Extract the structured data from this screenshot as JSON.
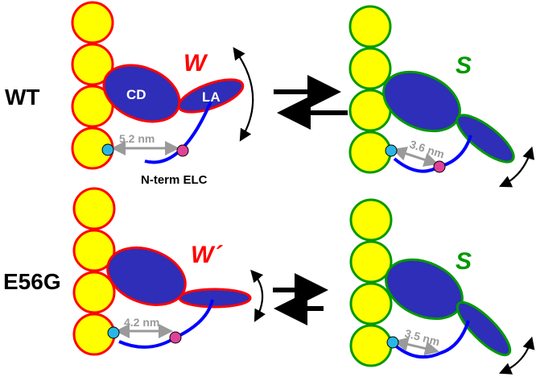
{
  "colors": {
    "actin_fill": "#ffff00",
    "weak_outline": "#ff0000",
    "strong_outline": "#009900",
    "myosin_fill": "#2e2eb8",
    "elc_tail": "#0000ff",
    "probe_cyan": "#29b6e6",
    "probe_magenta": "#e0429a",
    "distance_arrow": "#9a9a9a"
  },
  "rows": {
    "wt": "WT",
    "mutant": "E56G"
  },
  "states": {
    "wt_weak": "W",
    "wt_strong": "S",
    "mutant_weak": "W´",
    "mutant_strong": "S"
  },
  "domains": {
    "catalytic": "CD",
    "lever_arm": "LA"
  },
  "elc_label": "N-term ELC",
  "distances": {
    "wt_weak": "5.2 nm",
    "wt_strong": "3.6 nm",
    "mutant_weak": "4.2 nm",
    "mutant_strong": "3.5 nm"
  }
}
